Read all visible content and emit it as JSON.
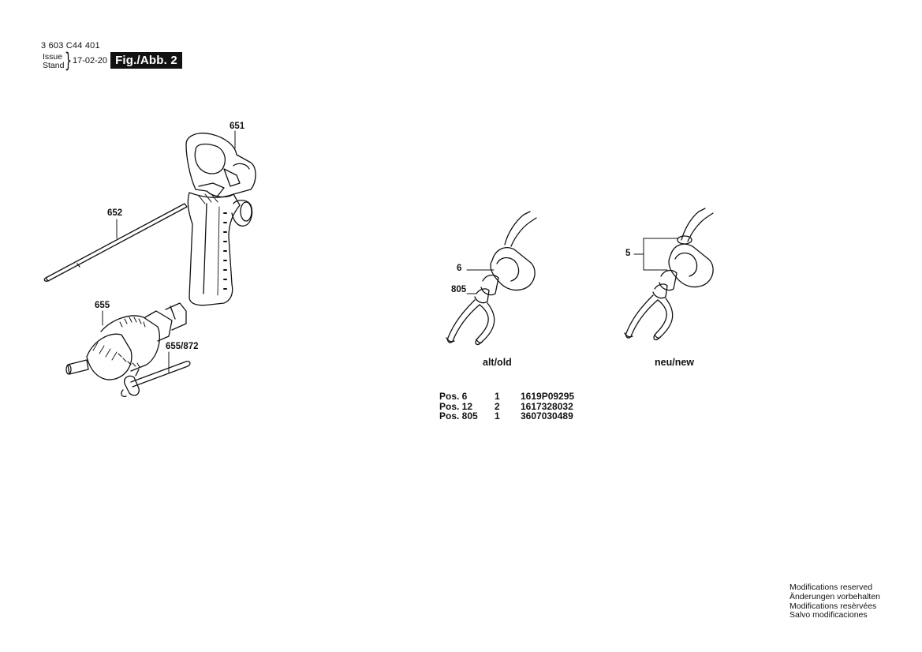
{
  "header": {
    "doc_number": "3 603 C44 401",
    "issue_label": "Issue",
    "stand_label": "Stand",
    "date": "17-02-20",
    "figure_label": "Fig./Abb. 2"
  },
  "callouts": {
    "c651": "651",
    "c652": "652",
    "c655": "655",
    "c655_872": "655/872",
    "c6": "6",
    "c805": "805",
    "c5": "5"
  },
  "captions": {
    "old": "alt/old",
    "new": "neu/new"
  },
  "parts_table": [
    {
      "pos": "Pos. 6",
      "qty": "1",
      "part": "1619P09295"
    },
    {
      "pos": "Pos. 12",
      "qty": "2",
      "part": "1617328032"
    },
    {
      "pos": "Pos. 805",
      "qty": "1",
      "part": "3607030489"
    }
  ],
  "notice": {
    "line1": "Modifications reserved",
    "line2": "Änderungen vorbehalten",
    "line3": "Modifications resèrvées",
    "line4": "Salvo modificaciones"
  }
}
